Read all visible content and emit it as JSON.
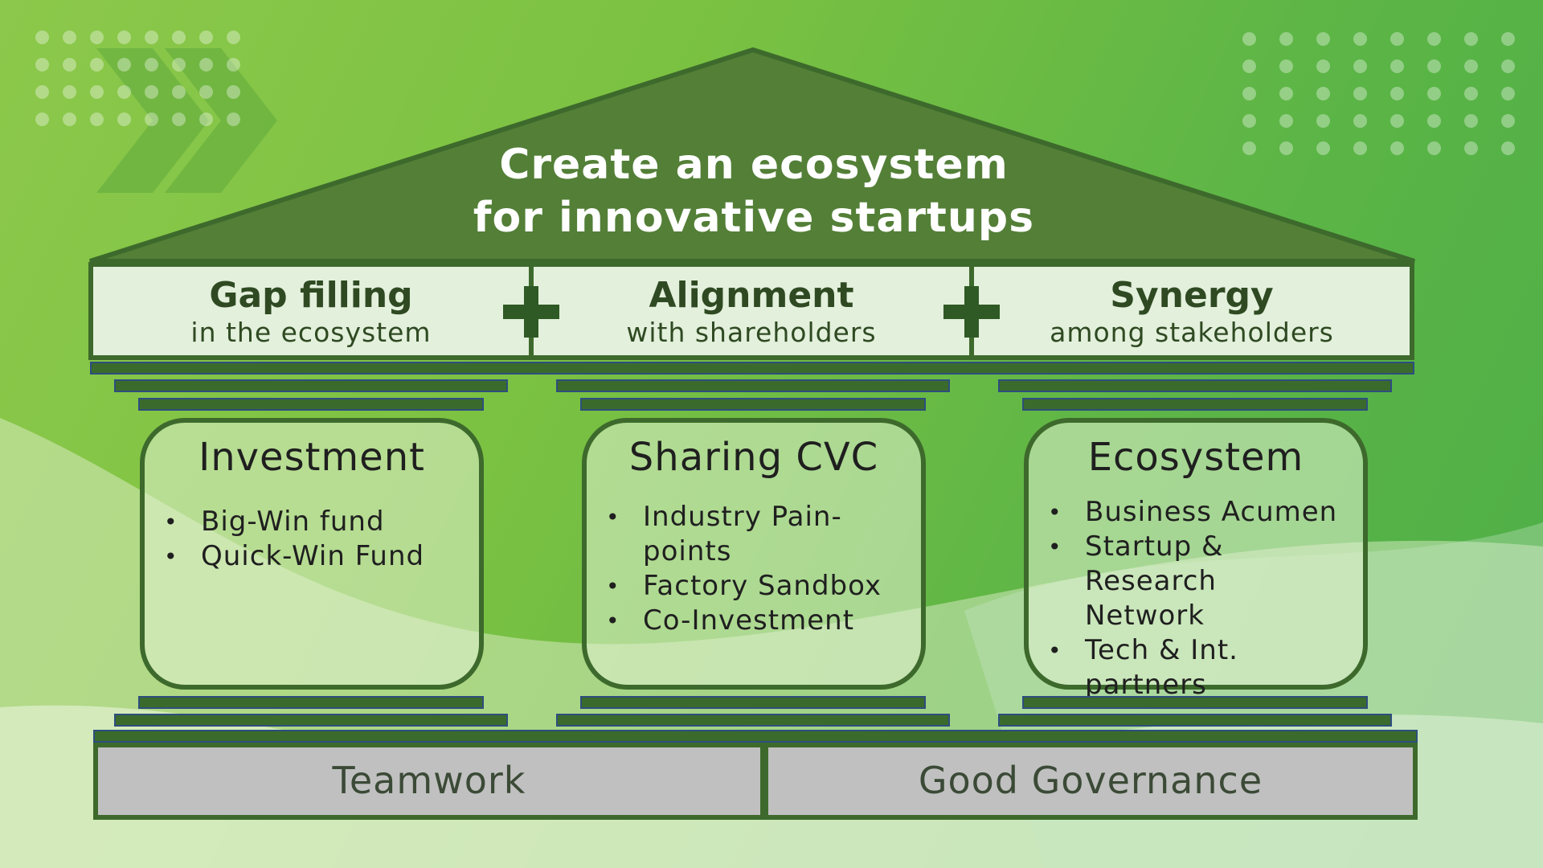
{
  "roof": {
    "title_line1": "Create an ecosystem",
    "title_line2": "for innovative startups"
  },
  "beams": [
    {
      "title": "Gap filling",
      "subtitle": "in the ecosystem"
    },
    {
      "title": "Alignment",
      "subtitle": "with shareholders"
    },
    {
      "title": "Synergy",
      "subtitle": "among stakeholders"
    }
  ],
  "pillars": [
    {
      "heading": "Investment",
      "items": [
        "Big-Win fund",
        "Quick-Win Fund"
      ]
    },
    {
      "heading": "Sharing CVC",
      "items": [
        "Industry Pain-points",
        "Factory Sandbox",
        "Co-Investment"
      ]
    },
    {
      "heading": "Ecosystem",
      "items": [
        "Business Acumen",
        "Startup & Research Network",
        "Tech & Int. partners"
      ]
    }
  ],
  "foundation": {
    "left": "Teamwork",
    "right": "Good Governance"
  },
  "colors": {
    "background_green": "#6cbc44",
    "roof_green": "#537f37",
    "outline_green": "#3d6a2c",
    "beam_fill": "#e3f0dc",
    "base_grey": "#c0c0c0"
  },
  "icons": [
    "plus-icon",
    "chevron-right-icon"
  ]
}
